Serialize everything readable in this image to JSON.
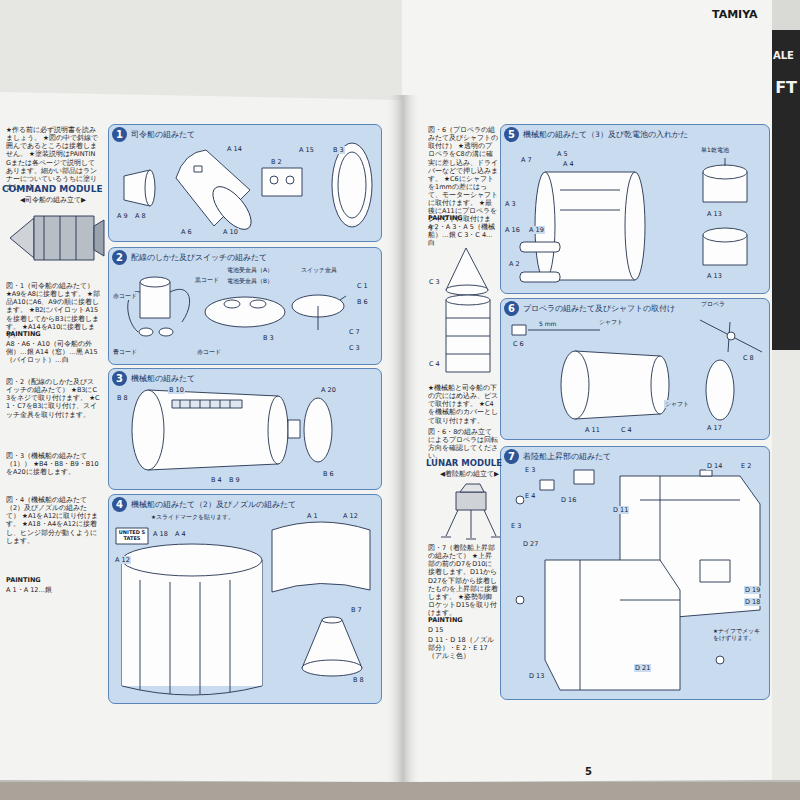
{
  "diagram": {
    "nodes": [
      {
        "text": [
          "1",
          "司令船の組みたて"
        ]
      },
      {
        "text": [
          "2",
          "配線のしかた及びスイッチの組みたて"
        ]
      },
      {
        "text": [
          "3",
          "機械船の組みたて"
        ]
      },
      {
        "text": [
          "4",
          "機械船の組みたて（2）及びノズルの組みたて"
        ]
      },
      {
        "text": [
          "5",
          "機械船の組みたて（3）及び乾電池の入れかた"
        ]
      },
      {
        "text": [
          "6",
          "プロペラの組みたて及びシャフトの取付け"
        ]
      },
      {
        "text": [
          "7",
          "着陸船上昇部の組みたて"
        ]
      }
    ],
    "labels": [
      "TAMIYA",
      "ALE",
      "FT",
      "★作る前に必ず説明書を読みましょう。 ★図の中で斜線で囲んであるところは接着しません。 ★塗装説明はPAINTINGまたは各ページで説明してあります。細かい部品はランナーについているうちに塗りましょう。",
      "COMMAND MODULE",
      "◀司令船の組み立て▶",
      "図・1（司令船の組みたて） ★A9をA8に接着します。 ★部品A10にA6、A9の順に接着します。 ★B2にパイロットA15を接着してからB3に接着します。 ★A14をA10に接着します。",
      "PAINTING",
      "A8・A6・A10（司令船の外側）…銀 A14（窓）…黒 A15（パイロット）…白",
      "図・2（配線のしかた及びスイッチの組みたて） ★B3にC3をネジで取り付けます。 ★C1・C7をB3に取り付け、スイッチ金具を取り付けます。",
      "図・3（機械船の組みたて（1）） ★B4・B8・B9・B10をA20に接着します。",
      "図・4（機械船の組みたて（2）及びノズルの組みたて） ★A1をA12に取り付けます。 ★A18・A4をA12に接着し、ヒンジ部分が動くようにします。",
      "PAINTING",
      "A 1・A 12…銀",
      "A 14",
      "B 2",
      "A 15",
      "B 3",
      "A 9",
      "A 8",
      "A 6",
      "A 10",
      "赤コード",
      "黒コード",
      "電池受金具（A）",
      "電池受金具（B）",
      "スイッチ金具",
      "C 1",
      "B 6",
      "赤コード",
      "B 3",
      "C 7",
      "青コード",
      "C 3",
      "B 10",
      "B 8",
      "A 20",
      "B 4",
      "B 9",
      "B 6",
      "★スライドマークを貼ります。",
      "UNITED STATES",
      "A 18",
      "A 4",
      "A 12",
      "A 1",
      "A 12",
      "B 7",
      "B 8",
      "図・6（プロペラの組みたて及びシャフトの取付け） ★透明のプロペラをC8の溝に確実に差し込み、ドライバーなどで押し込みます。 ★C6にシャフトを1mmの差にはって、モーターシャフトに取付けます。 ★最後にA11にプロペラをシャフトに取付けます。",
      "PAINTING",
      "A 2・A 3・A 5（機械船）…銀 C 3・C 4…白",
      "C 3",
      "C 4",
      "★機械船と司令船の下の穴にはめ込み、ビスで取付けます。 ★C4を機械船のカバーとして取り付けます。",
      "図・6・8の組み立てによるプロペラは回転方向を確認してください。",
      "LUNAR MODULE",
      "◀着陸船の組立て▶",
      "図・7（着陸船上昇部の組みたて） ★上昇部の前のD7をD10に接着します。D11からD27を下部から接着したものを上昇部に接着します。 ★姿勢制御ロケットD15を取り付けます。",
      "PAINTING",
      "D 15",
      "D 11・D 18（ノズル部分）・E 2・E 17（アルミ色）",
      "A 7",
      "A 5",
      "A 4",
      "A 3",
      "A 16",
      "A 19",
      "A 2",
      "単1乾電池",
      "A 13",
      "A 13",
      "C 6",
      "5 mm",
      "シャフト",
      "プロペラ",
      "C 8",
      "シャフト",
      "A 11",
      "C 4",
      "A 17",
      "D 14",
      "E 2",
      "E 3",
      "E 4",
      "D 16",
      "D 11",
      "E 3",
      "D 27",
      "D 19",
      "D 18",
      "★ナイフでメッキをけずります。",
      "D 13",
      "D 21",
      "5"
    ]
  }
}
